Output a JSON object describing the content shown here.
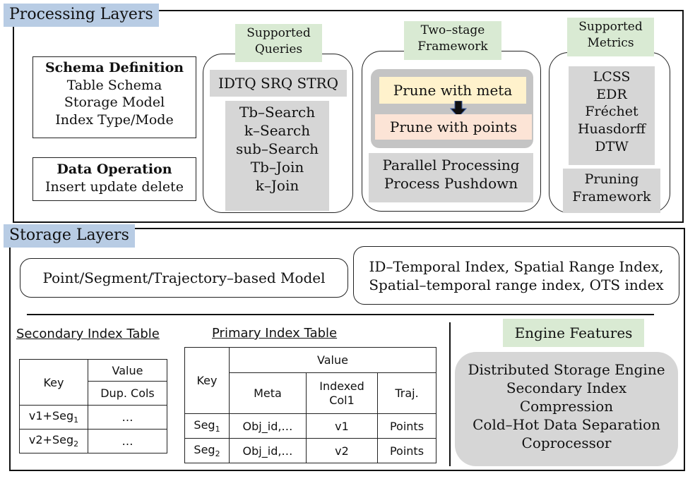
{
  "processing": {
    "tag": "Processing Layers",
    "schema": {
      "title": "Schema Definition",
      "lines": [
        "Table Schema",
        "Storage Model",
        "Index Type/Mode"
      ]
    },
    "data_op": {
      "title": "Data Operation",
      "line": "Insert update delete"
    },
    "queries": {
      "label1": "Supported",
      "label2": "Queries",
      "header": "IDTQ SRQ STRQ",
      "items": [
        "Tb–Search",
        "k–Search",
        "sub–Search",
        "Tb–Join",
        "k–Join"
      ]
    },
    "framework": {
      "label1": "Two–stage",
      "label2": "Framework",
      "meta": "Prune with meta",
      "points": "Prune with points",
      "parallel": "Parallel Processing",
      "pushdown": "Process Pushdown"
    },
    "metrics": {
      "label1": "Supported",
      "label2": "Metrics",
      "items": [
        "LCSS",
        "EDR",
        "Fréchet",
        "Huasdorff",
        "DTW"
      ],
      "pruning1": "Pruning",
      "pruning2": "Framework"
    }
  },
  "storage": {
    "tag": "Storage Layers",
    "model": "Point/Segment/Trajectory–based Model",
    "index1": "ID–Temporal Index, Spatial Range Index,",
    "index2": "Spatial–temporal range index, OTS index",
    "secondary": {
      "title": "Secondary Index Table",
      "key": "Key",
      "value": "Value",
      "dup": "Dup. Cols",
      "rows": [
        {
          "key": "v1+Seg",
          "sub": "1",
          "val": "…"
        },
        {
          "key": "v2+Seg",
          "sub": "2",
          "val": "…"
        }
      ]
    },
    "primary": {
      "title": "Primary Index Table",
      "key": "Key",
      "value": "Value",
      "meta": "Meta",
      "indexed1": "Indexed",
      "indexed2": "Col1",
      "traj": "Traj.",
      "rows": [
        {
          "key": "Seg",
          "sub": "1",
          "meta": "Obj_id,…",
          "col": "v1",
          "traj": "Points"
        },
        {
          "key": "Seg",
          "sub": "2",
          "meta": "Obj_id,…",
          "col": "v2",
          "traj": "Points"
        }
      ]
    },
    "engine": {
      "label": "Engine Features",
      "items": [
        "Distributed Storage Engine",
        "Secondary Index",
        "Compression",
        "Cold–Hot Data Separation",
        "Coprocessor"
      ]
    }
  },
  "colors": {
    "tag_bg": "#b8cce4",
    "green_bg": "#d9ead3",
    "gray_bg": "#d6d6d6",
    "meta_bg": "#fff2cc",
    "points_bg": "#fce4d6"
  }
}
